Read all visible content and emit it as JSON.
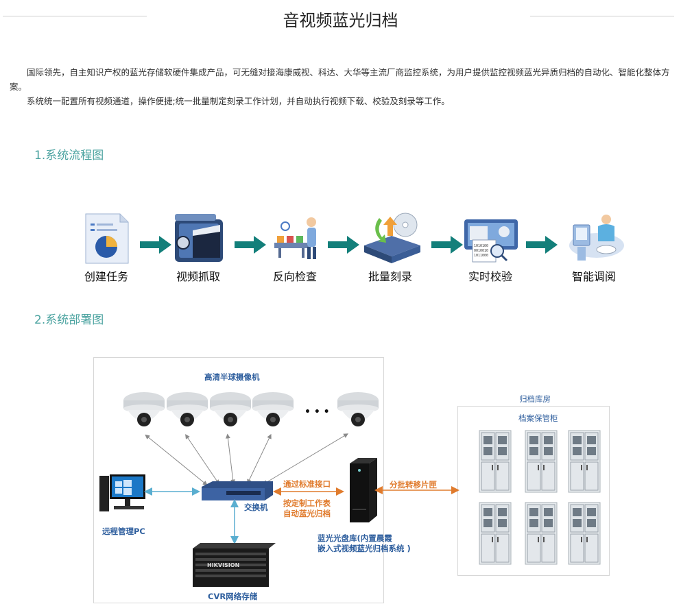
{
  "page": {
    "title": "音视频蓝光归档",
    "intro": [
      "国际领先，自主知识产权的蓝光存储软硬件集成产品，可无缝对接海康威视、科达、大华等主流厂商监控系统，为用户提供监控视频蓝光异质归档的自动化、智能化整体方案。",
      "系统统一配置所有视频通道，操作便捷;统一批量制定刻录工作计划，并自动执行视频下载、校验及刻录等工作。"
    ]
  },
  "section1": {
    "title": "1.系统流程图"
  },
  "flow": {
    "steps": [
      {
        "label": "创建任务",
        "icon": "document-chart-icon"
      },
      {
        "label": "视频抓取",
        "icon": "film-camera-icon"
      },
      {
        "label": "反向检查",
        "icon": "inspection-people-icon"
      },
      {
        "label": "批量刻录",
        "icon": "disc-burn-icon"
      },
      {
        "label": "实时校验",
        "icon": "data-verify-icon"
      },
      {
        "label": "智能调阅",
        "icon": "user-terminal-icon"
      }
    ],
    "arrow_color": "#137f7a"
  },
  "section2": {
    "title": "2.系统部署图"
  },
  "deployment": {
    "cameras_label": "高清半球摄像机",
    "ellipsis": "• • •",
    "pc_label": "远程管理PC",
    "switch_label": "交换机",
    "storage_label": "CVR网络存储",
    "interface_label": "通过标准接口",
    "plan_label_1": "按定制工作表",
    "plan_label_2": "自动蓝光归档",
    "library_label_1": "蓝光光盘库(内置晨霞",
    "library_label_2": "嵌入式视频蓝光归档系统 )",
    "transfer_label": "分批转移片匣",
    "archive_room_label": "归档库房",
    "cabinet_label": "档案保管柜",
    "storage_brand": "HIKVISION",
    "colors": {
      "blue": "#2f5f9e",
      "orange": "#e07b2d",
      "link": "#5aaed0"
    }
  }
}
